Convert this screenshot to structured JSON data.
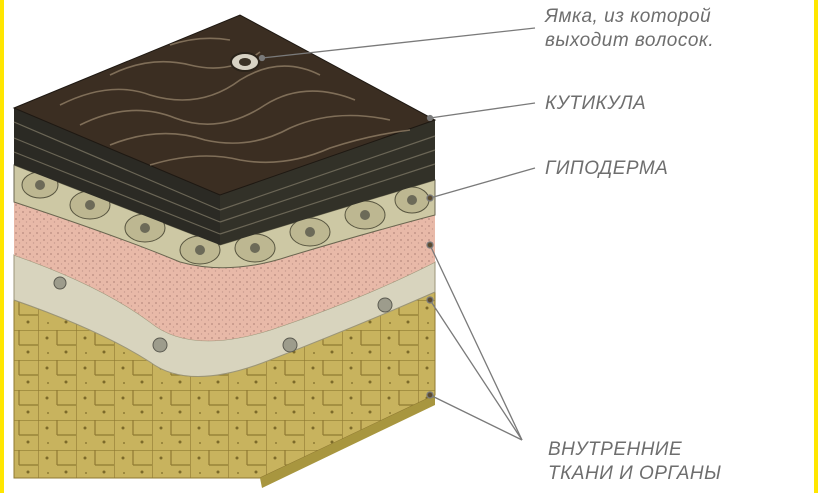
{
  "labels": {
    "pit": {
      "line1": "Ямка, из которой",
      "line2": "выходит волосок."
    },
    "cuticle": "КУТИКУЛА",
    "hypodermis": "ГИПОДЕРМА",
    "internal": {
      "line1": "ВНУТРЕННИЕ",
      "line2": "ТКАНИ И ОРГАНЫ"
    }
  },
  "colors": {
    "cuticle_top": "#3b2e22",
    "cuticle_side": "#2b2a24",
    "hypodermis": "#cdc8a4",
    "pink_layer": "#e8b9a8",
    "membrane": "#d8d4be",
    "internal_tissue": "#c9b460",
    "label_text": "#6e6e6e",
    "edge_accent": "#ffe600"
  }
}
